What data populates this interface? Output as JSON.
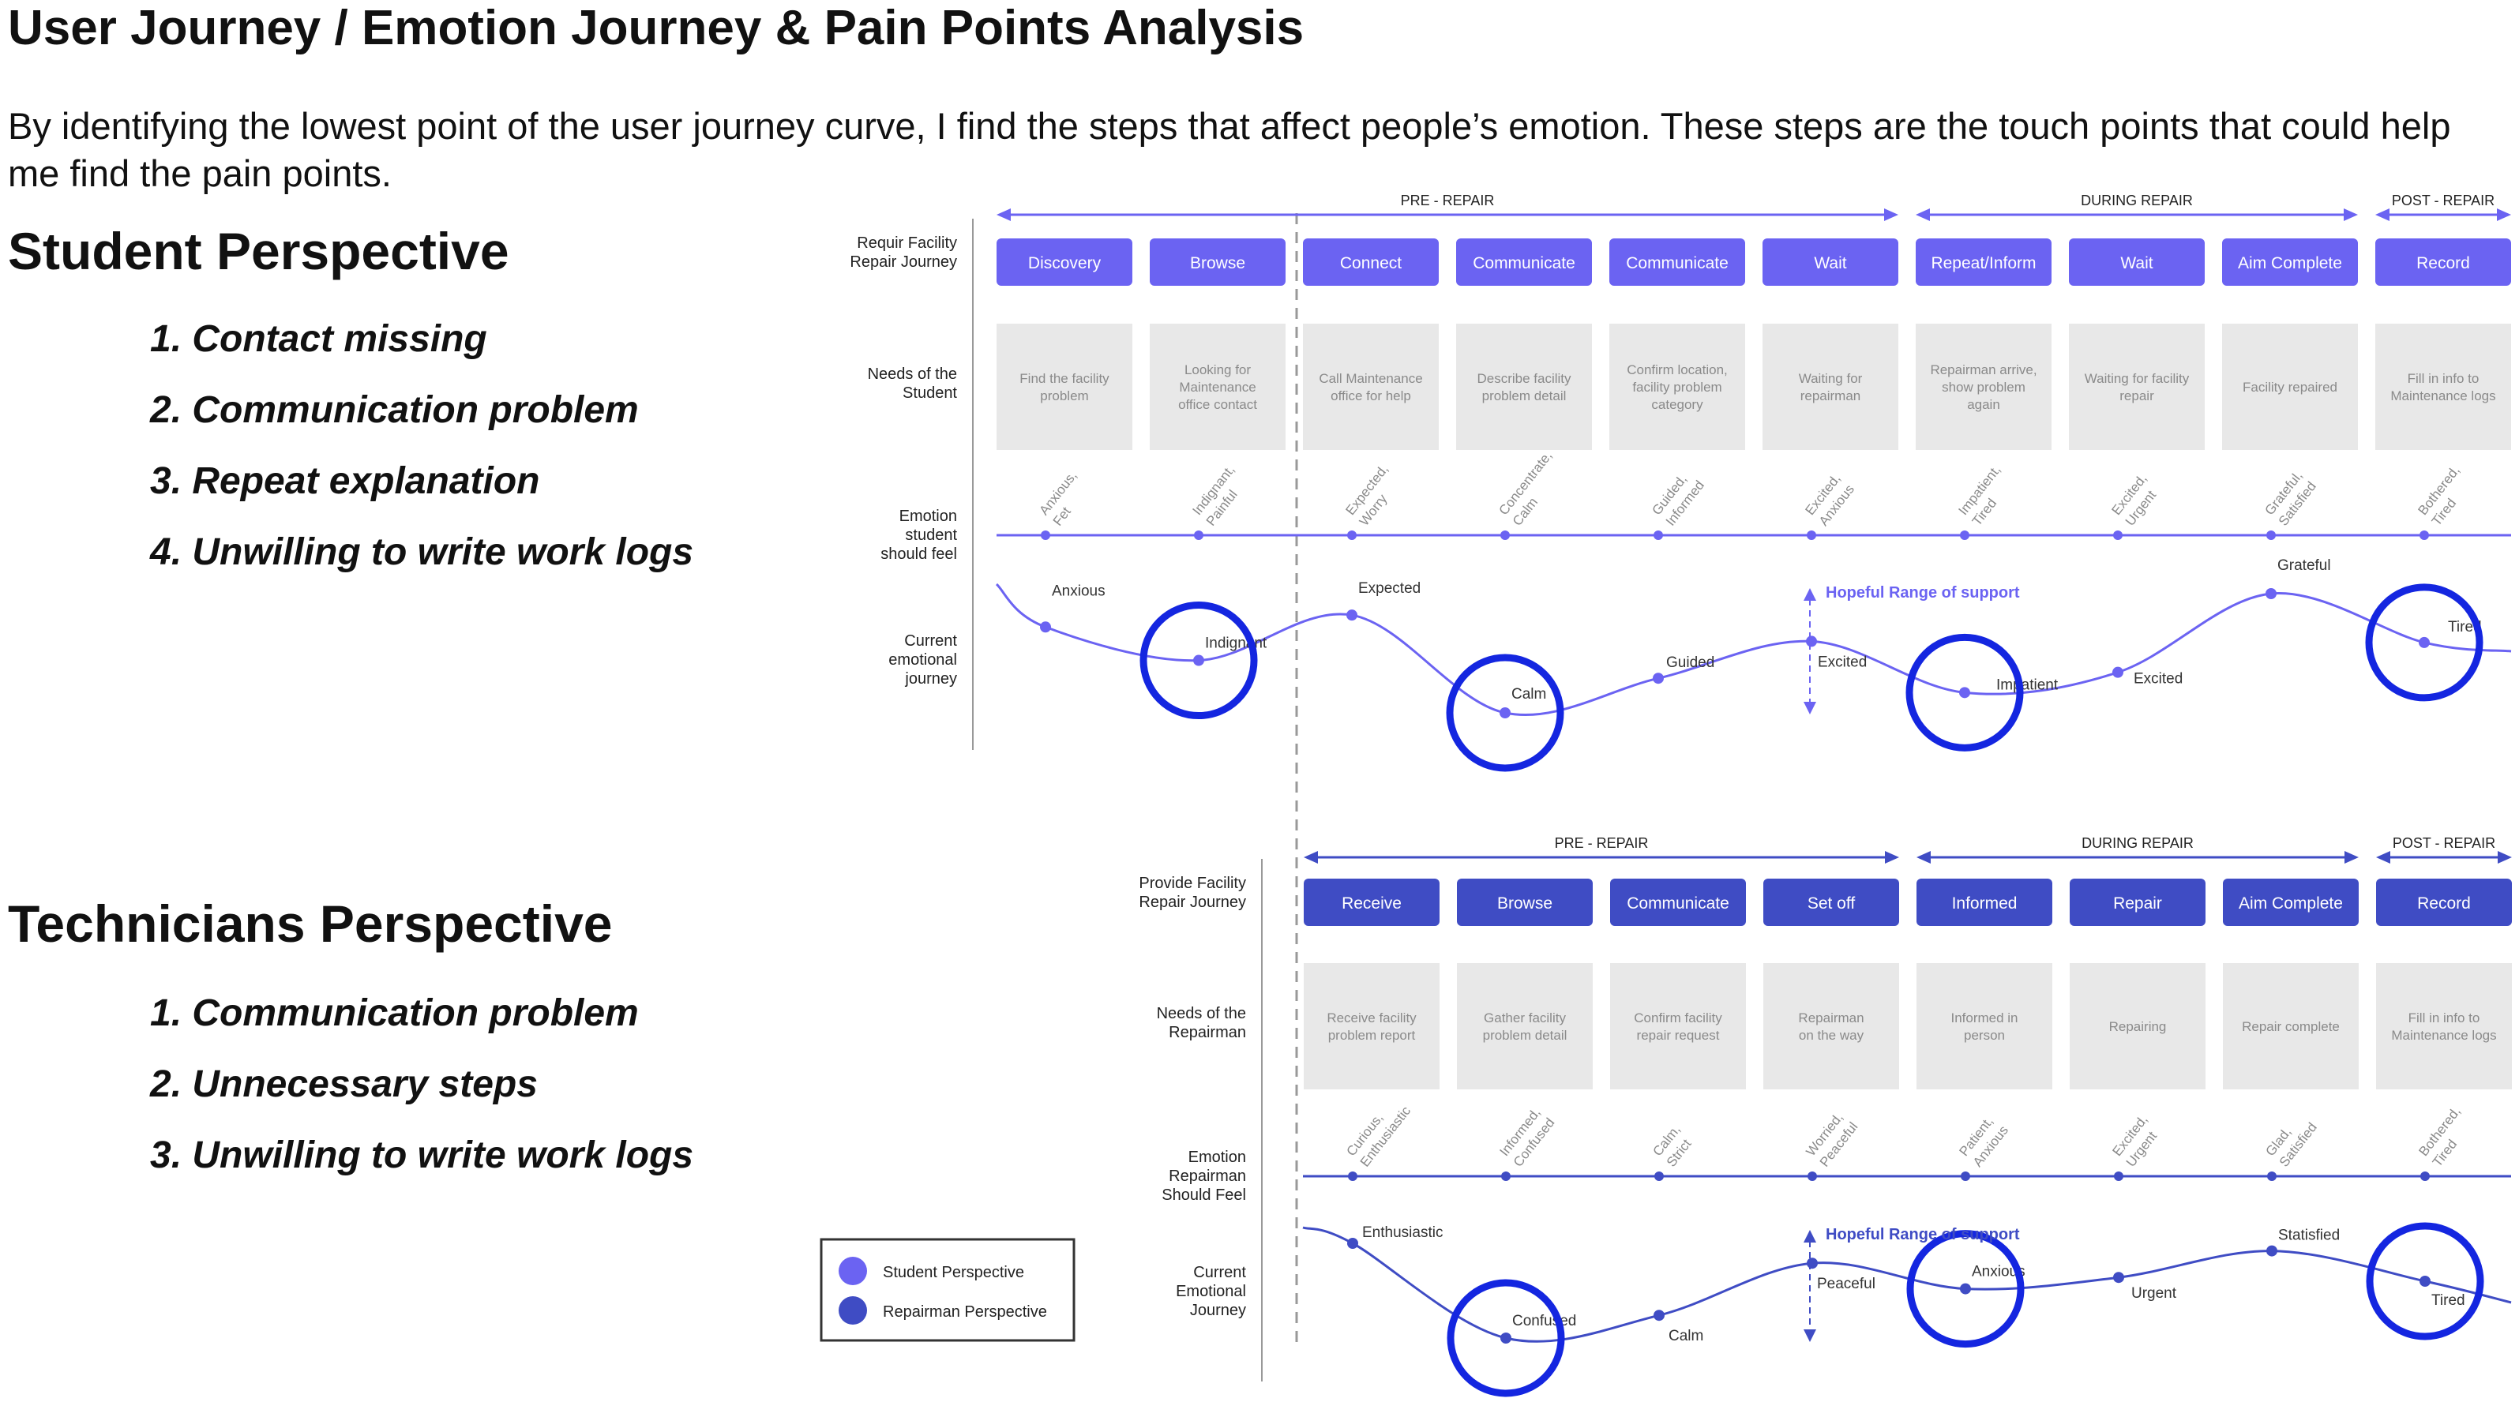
{
  "title": "User Journey / Emotion Journey & Pain Points Analysis",
  "intro": "By identifying the lowest point of the user journey curve, I find the steps that affect people’s emotion. These steps are the touch points that could help me find the pain points.",
  "colors": {
    "student": "#6b63f2",
    "repairman": "#3f4cc4",
    "highlight": "#1426e0",
    "card": "#e8e8e8",
    "axis": "#5b5bd6"
  },
  "student": {
    "heading": "Student Perspective",
    "pain_points": [
      "1. Contact missing",
      "2. Communication problem",
      "3. Repeat explanation",
      "4. Unwilling to write work logs"
    ],
    "row_labels": {
      "journey": "Requir Facility\nRepair Journey",
      "needs": "Needs of the\nStudent",
      "feel": "Emotion\nstudent\nshould feel",
      "current": "Current\nemotional\njourney"
    },
    "phases": [
      "PRE - REPAIR",
      "DURING REPAIR",
      "POST - REPAIR"
    ],
    "steps": [
      "Discovery",
      "Browse",
      "Connect",
      "Communicate",
      "Communicate",
      "Wait",
      "Repeat/Inform",
      "Wait",
      "Aim Complete",
      "Record"
    ],
    "needs": [
      "Find the facility\nproblem",
      "Looking for\nMaintenance\noffice contact",
      "Call Maintenance\noffice for help",
      "Describe facility\nproblem detail",
      "Confirm location,\nfacility problem\ncategory",
      "Waiting for\nrepairman",
      "Repairman arrive,\nshow problem\nagain",
      "Waiting for facility\nrepair",
      "Facility repaired",
      "Fill in info to\nMaintenance logs"
    ],
    "feel": [
      "Anxious,\nFet",
      "Indignant,\nPainful",
      "Expected,\nWorry",
      "Concentrate,\nCalm",
      "Guided,\nInformed",
      "Excited,\nAnxious",
      "Impatient,\nTired",
      "Excited,\nUrgent",
      "Grateful,\nSatisfied",
      "Bothered,\nTired"
    ],
    "current": [
      "Anxious",
      "Indignant",
      "Expected",
      "Calm",
      "Guided",
      "Excited",
      "Impatient",
      "Excited",
      "Grateful",
      "Tired"
    ],
    "current_level": [
      0.72,
      0.44,
      0.82,
      0.0,
      0.29,
      0.6,
      0.17,
      0.34,
      1.0,
      0.59
    ],
    "highlighted": [
      1,
      3,
      6,
      9
    ],
    "support_label": "Hopeful Range of support"
  },
  "technician": {
    "heading": "Technicians Perspective",
    "pain_points": [
      "1. Communication problem",
      "2. Unnecessary steps",
      "3. Unwilling to write work logs"
    ],
    "row_labels": {
      "journey": "Provide Facility\nRepair Journey",
      "needs": "Needs of the\nRepairman",
      "feel": "Emotion\nRepairman\nShould Feel",
      "current": "Current\nEmotional\nJourney"
    },
    "phases": [
      "PRE - REPAIR",
      "DURING REPAIR",
      "POST - REPAIR"
    ],
    "steps": [
      "Receive",
      "Browse",
      "Communicate",
      "Set off",
      "Informed",
      "Repair",
      "Aim Complete",
      "Record"
    ],
    "needs": [
      "Receive facility\nproblem report",
      "Gather facility\nproblem detail",
      "Confirm facility\nrepair request",
      "Repairman\non the way",
      "Informed in\nperson",
      "Repairing",
      "Repair complete",
      "Fill in info to\nMaintenance logs"
    ],
    "feel": [
      "Curious,\nEnthusiastic",
      "Informed,\nConfused",
      "Calm,\nStrict",
      "Worried,\nPeaceful",
      "Patient,\nAnxious",
      "Excited,\nUrgent",
      "Glad,\nSatisfied",
      "Bothered,\nTired"
    ],
    "current": [
      "Enthusiastic",
      "Confused",
      "Calm",
      "Peaceful",
      "Anxious",
      "Urgent",
      "Statisfied",
      "Tired"
    ],
    "current_level": [
      1.0,
      0.0,
      0.24,
      0.79,
      0.52,
      0.64,
      0.92,
      0.6
    ],
    "highlighted": [
      1,
      4,
      7
    ],
    "support_label": "Hopeful Range of support"
  },
  "legend": [
    "Student Perspective",
    "Repairman Perspective"
  ]
}
